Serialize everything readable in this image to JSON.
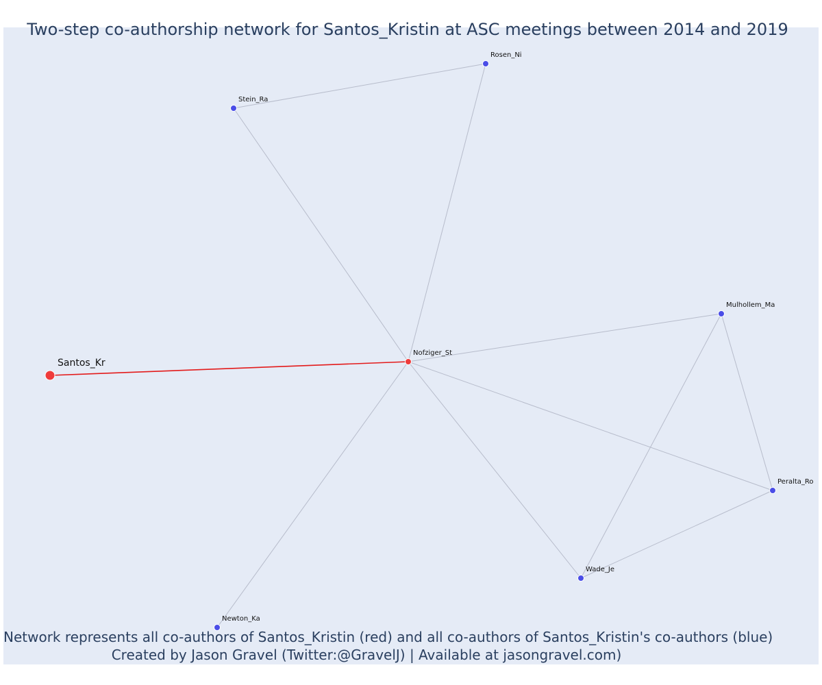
{
  "title": "Two-step co-authorship network for Santos_Kristin at ASC meetings between 2014 and 2019",
  "caption": {
    "line1": "Network represents all co-authors of Santos_Kristin (red) and all co-authors of Santos_Kristin's co-authors (blue)",
    "line2": "Created by Jason Gravel (Twitter:@GravelJ) | Available at jasongravel.com)"
  },
  "colors": {
    "background": "#e5ebf6",
    "focal": "#ef3b3b",
    "coauthor": "#ef3b3b",
    "second_step": "#4a4de7",
    "focal_edge": "#e31a1a",
    "edge": "#b7bccb",
    "title_text": "#2a3f5f"
  },
  "nodes": [
    {
      "id": "Santos_Kr",
      "group": "focal"
    },
    {
      "id": "Nofziger_St",
      "group": "coauthor"
    },
    {
      "id": "Rosen_Ni",
      "group": "second_step"
    },
    {
      "id": "Stein_Ra",
      "group": "second_step"
    },
    {
      "id": "Mulhollem_Ma",
      "group": "second_step"
    },
    {
      "id": "Peralta_Ro",
      "group": "second_step"
    },
    {
      "id": "Wade_Je",
      "group": "second_step"
    },
    {
      "id": "Newton_Ka",
      "group": "second_step"
    }
  ],
  "edges": [
    [
      "Santos_Kr",
      "Nofziger_St"
    ],
    [
      "Nofziger_St",
      "Rosen_Ni"
    ],
    [
      "Nofziger_St",
      "Stein_Ra"
    ],
    [
      "Rosen_Ni",
      "Stein_Ra"
    ],
    [
      "Nofziger_St",
      "Mulhollem_Ma"
    ],
    [
      "Nofziger_St",
      "Peralta_Ro"
    ],
    [
      "Nofziger_St",
      "Wade_Je"
    ],
    [
      "Nofziger_St",
      "Newton_Ka"
    ],
    [
      "Mulhollem_Ma",
      "Peralta_Ro"
    ],
    [
      "Mulhollem_Ma",
      "Wade_Je"
    ],
    [
      "Peralta_Ro",
      "Wade_Je"
    ]
  ]
}
